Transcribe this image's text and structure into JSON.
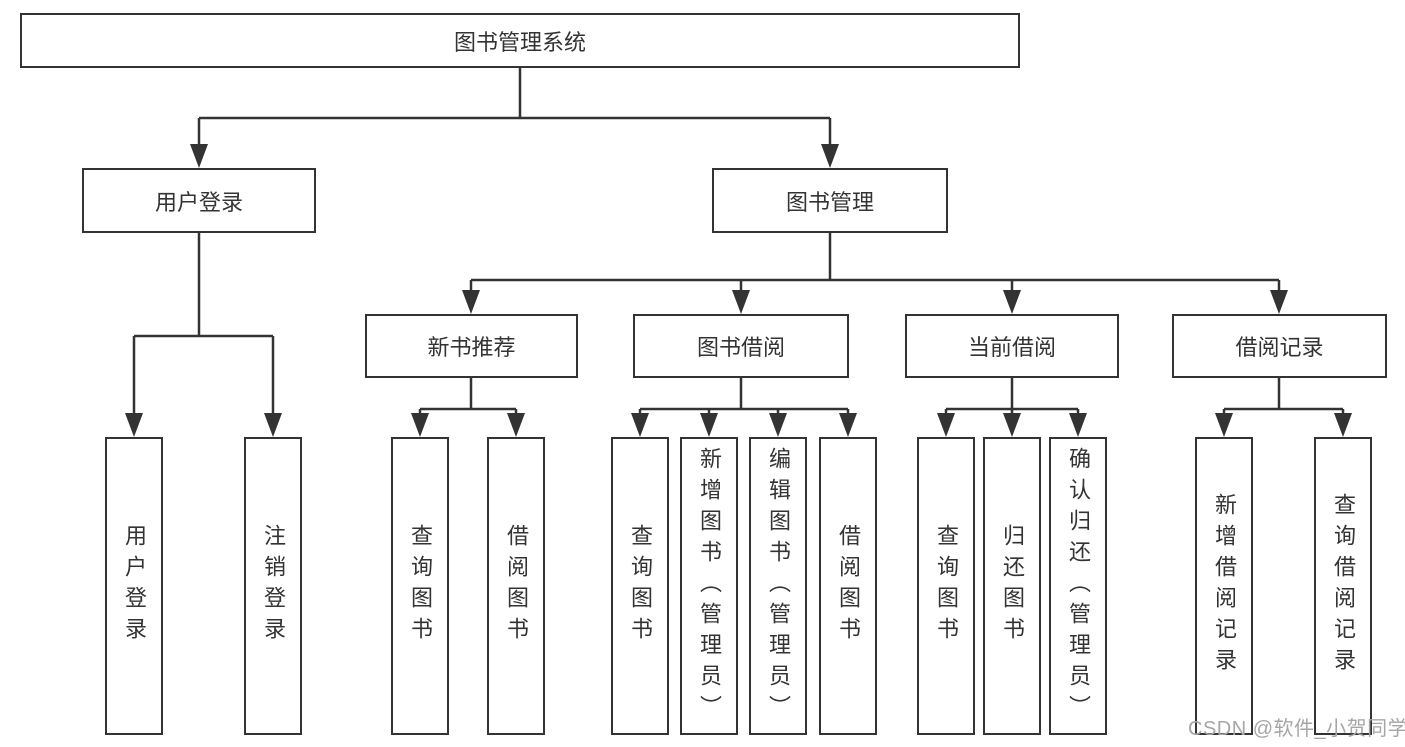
{
  "colors": {
    "background": "#ffffff",
    "line": "#333333",
    "text": "#333333",
    "box_background": "#ffffff",
    "watermark": "#a6a6a6"
  },
  "diagram": {
    "root": "图书管理系统",
    "level2": {
      "user_login": "用户登录",
      "book_mgmt": "图书管理"
    },
    "level3": {
      "new_books": "新书推荐",
      "borrowing": "图书借阅",
      "current": "当前借阅",
      "records": "借阅记录"
    },
    "leaves": {
      "user_login": [
        "用户登录",
        "注销登录"
      ],
      "new_books": [
        "查询图书",
        "借阅图书"
      ],
      "borrowing": [
        "查询图书",
        "新增图书（管理员）",
        "编辑图书（管理员）",
        "借阅图书"
      ],
      "current": [
        "查询图书",
        "归还图书",
        "确认归还（管理员）"
      ],
      "records": [
        "新增借阅记录",
        "查询借阅记录"
      ]
    }
  },
  "watermark": "CSDN @软件_小贺同学"
}
